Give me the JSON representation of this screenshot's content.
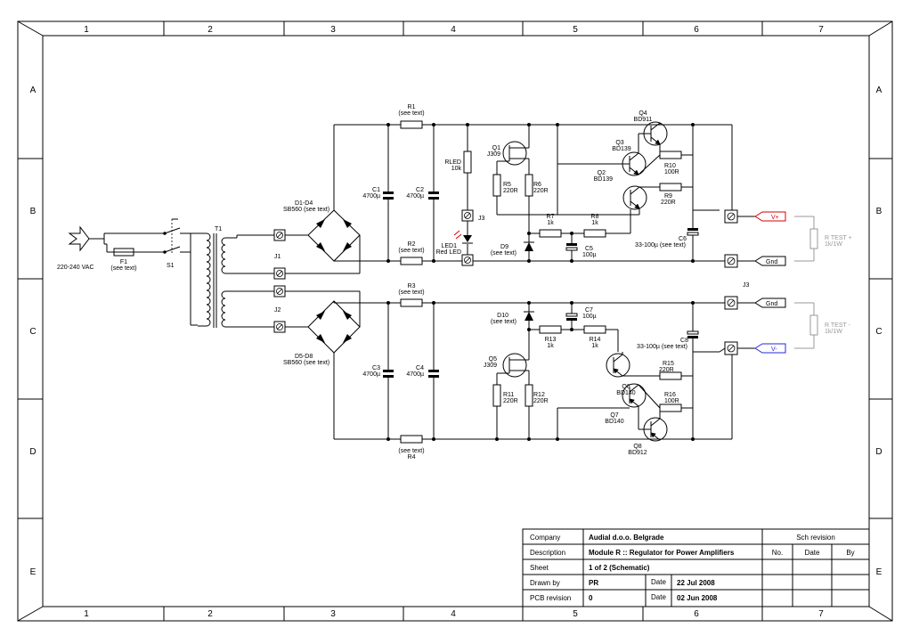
{
  "frame": {
    "columns": [
      "1",
      "2",
      "3",
      "4",
      "5",
      "6",
      "7"
    ],
    "rows": [
      "A",
      "B",
      "C",
      "D",
      "E"
    ]
  },
  "input": {
    "label": "220-240 VAC"
  },
  "fuse": {
    "ref": "F1",
    "value": "(see text)"
  },
  "switch": {
    "ref": "S1"
  },
  "transformer": {
    "ref": "T1"
  },
  "connectors": {
    "j1": "J1",
    "j2": "J2",
    "j3_upper": "J3",
    "j3_right": "J3"
  },
  "bridges": [
    {
      "ref": "D1-D4",
      "value": "SB560 (see text)"
    },
    {
      "ref": "D5-D8",
      "value": "SB560 (see text)"
    }
  ],
  "resistors": {
    "r1": {
      "ref": "R1",
      "value": "(see text)"
    },
    "r2": {
      "ref": "R2",
      "value": "(see text)"
    },
    "r3": {
      "ref": "R3",
      "value": "(see text)"
    },
    "r4": {
      "ref": "R4",
      "value": "(see text)"
    },
    "rled": {
      "ref": "RLED",
      "value": "10k"
    },
    "r5": {
      "ref": "R5",
      "value": "220R"
    },
    "r6": {
      "ref": "R6",
      "value": "220R"
    },
    "r7": {
      "ref": "R7",
      "value": "1k"
    },
    "r8": {
      "ref": "R8",
      "value": "1k"
    },
    "r9": {
      "ref": "R9",
      "value": "220R"
    },
    "r10": {
      "ref": "R10",
      "value": "100R"
    },
    "r11": {
      "ref": "R11",
      "value": "220R"
    },
    "r12": {
      "ref": "R12",
      "value": "220R"
    },
    "r13": {
      "ref": "R13",
      "value": "1k"
    },
    "r14": {
      "ref": "R14",
      "value": "1k"
    },
    "r15": {
      "ref": "R15",
      "value": "220R"
    },
    "r16": {
      "ref": "R16",
      "value": "100R"
    }
  },
  "capacitors": {
    "c1": {
      "ref": "C1",
      "value": "4700µ"
    },
    "c2": {
      "ref": "C2",
      "value": "4700µ"
    },
    "c3": {
      "ref": "C3",
      "value": "4700µ"
    },
    "c4": {
      "ref": "C4",
      "value": "4700µ"
    },
    "c5": {
      "ref": "C5",
      "value": "100µ"
    },
    "c6": {
      "ref": "C6",
      "value": "33-100µ (see text)"
    },
    "c7": {
      "ref": "C7",
      "value": "100µ"
    },
    "c8": {
      "ref": "C8",
      "value": "33-100µ (see text)"
    }
  },
  "transistors": {
    "q1": {
      "ref": "Q1",
      "value": "J309"
    },
    "q2": {
      "ref": "Q2",
      "value": "BD139"
    },
    "q3": {
      "ref": "Q3",
      "value": "BD139"
    },
    "q4": {
      "ref": "Q4",
      "value": "BD911"
    },
    "q5": {
      "ref": "Q5",
      "value": "J309"
    },
    "q6": {
      "ref": "Q6",
      "value": "BD140"
    },
    "q7": {
      "ref": "Q7",
      "value": "BD140"
    },
    "q8": {
      "ref": "Q8",
      "value": "BD912"
    }
  },
  "diodes": {
    "d9": {
      "ref": "D9",
      "value": "(see text)"
    },
    "d10": {
      "ref": "D10",
      "value": "(see text)"
    },
    "led1": {
      "ref": "LED1",
      "value": "Red LED"
    }
  },
  "outputs": {
    "vplus": "V+",
    "gnd_top": "Gnd",
    "gnd_bottom": "Gnd",
    "vminus": "V-"
  },
  "test_loads": {
    "plus": {
      "ref": "R TEST +",
      "value": "1k/1W"
    },
    "minus": {
      "ref": "R TEST -",
      "value": "1k/1W"
    }
  },
  "colors": {
    "vplus": "#d40000",
    "vminus": "#2a2ad4",
    "test": "#999999"
  },
  "title_block": {
    "company_label": "Company",
    "company": "Audial d.o.o. Belgrade",
    "description_label": "Description",
    "description": "Module R :: Regulator for Power Amplifiers",
    "sheet_label": "Sheet",
    "sheet": "1 of 2 (Schematic)",
    "drawn_label": "Drawn by",
    "drawn": "PR",
    "drawn_date_label": "Date",
    "drawn_date": "22 Jul 2008",
    "pcb_label": "PCB revision",
    "pcb": "0",
    "pcb_date_label": "Date",
    "pcb_date": "02 Jun 2008",
    "revision_header": "Sch revision",
    "rev_no": "No.",
    "rev_date": "Date",
    "rev_by": "By"
  }
}
